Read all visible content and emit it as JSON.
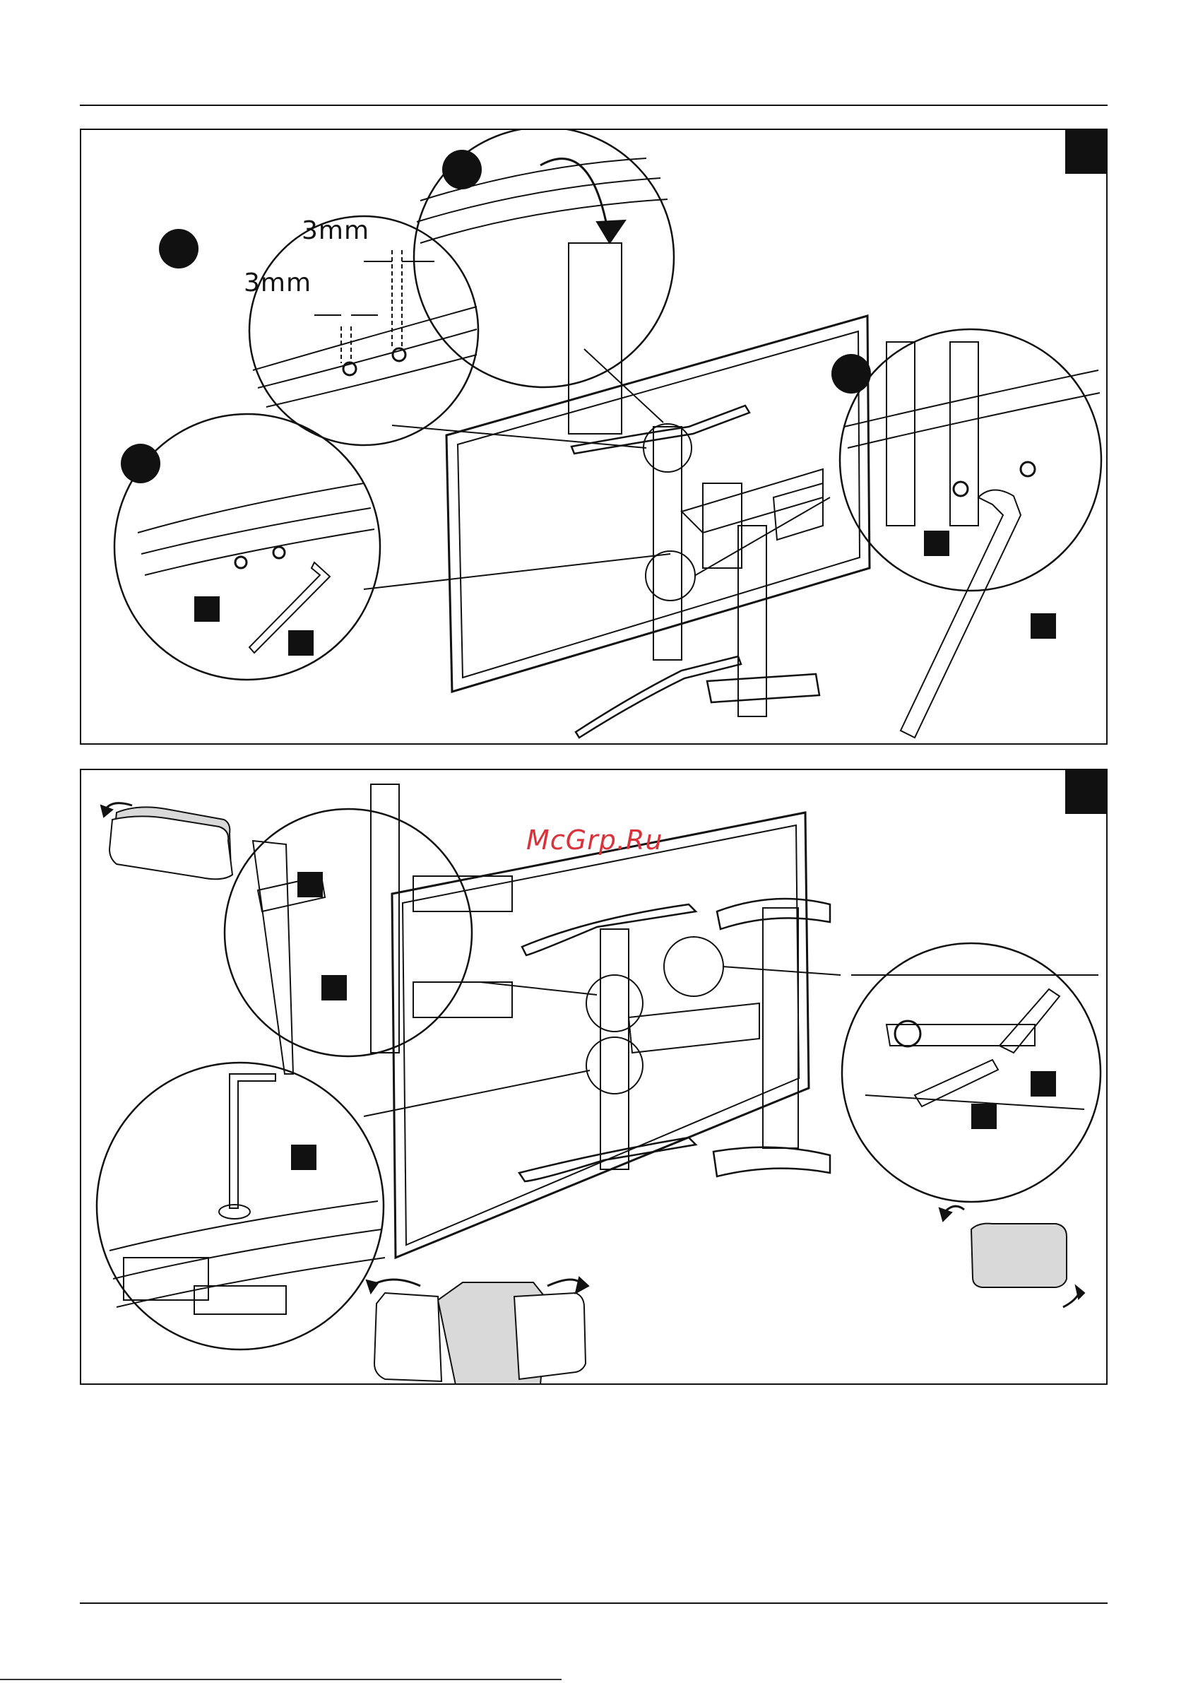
{
  "watermark": "McGrp.Ru",
  "panel_a": {
    "dimension_label_1": "3mm",
    "dimension_label_2": "3mm"
  },
  "colors": {
    "line": "#111111",
    "callout_fill": "#111111",
    "pad_fill": "#d9d9d9",
    "watermark": "#d9323a"
  }
}
